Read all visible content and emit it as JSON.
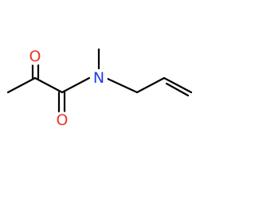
{
  "molecule": {
    "atoms": {
      "o1": {
        "symbol": "O",
        "color": "#e8382a"
      },
      "o2": {
        "symbol": "O",
        "color": "#e8382a"
      },
      "n1": {
        "symbol": "N",
        "color": "#1c3cf0"
      }
    },
    "bond_color": "#000000"
  }
}
